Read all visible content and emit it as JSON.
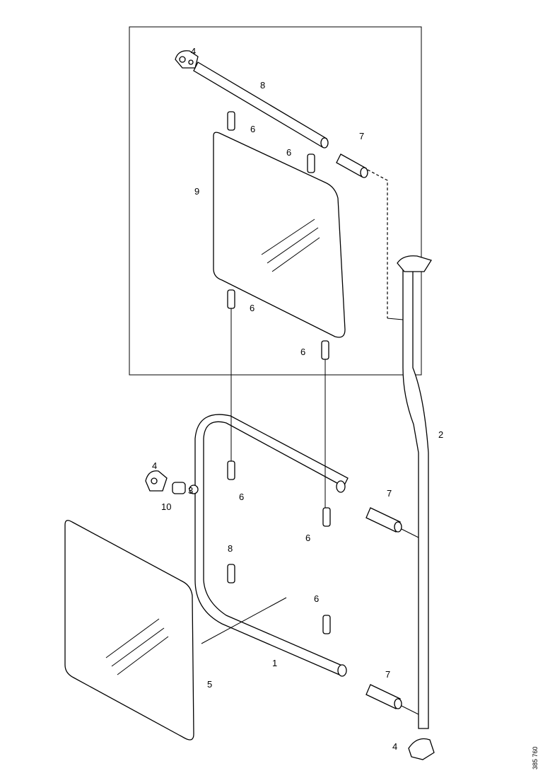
{
  "callouts": {
    "c4a": "4",
    "c8a": "8",
    "c6a": "6",
    "c6b": "6",
    "c7a": "7",
    "c9": "9",
    "c6c": "6",
    "c6d": "6",
    "c2": "2",
    "c4b": "4",
    "c3": "3",
    "c6e": "6",
    "c7b": "7",
    "c10": "10",
    "c6f": "6",
    "c8b": "8",
    "c6g": "6",
    "c1": "1",
    "c7c": "7",
    "c5": "5",
    "c4c": "4"
  },
  "reference_number": "385 760"
}
